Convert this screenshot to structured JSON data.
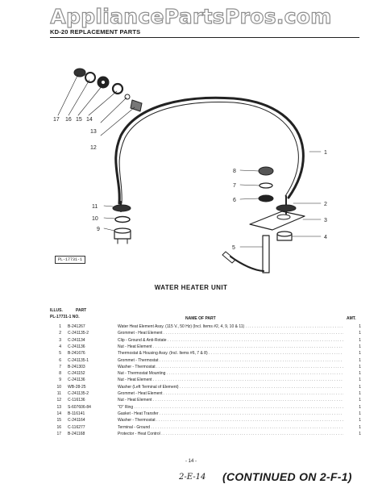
{
  "watermark": "AppliancePartsPros.com",
  "header": "KD-20 REPLACEMENT PARTS",
  "figure_label": "PL-17731-1",
  "section_title": "WATER HEATER UNIT",
  "columns": {
    "illus": "ILLUS.",
    "part": "PART",
    "plno": "PL-17731-1 NO.",
    "name": "NAME OF PART",
    "amt": "AMT."
  },
  "callouts": [
    "1",
    "2",
    "3",
    "4",
    "5",
    "6",
    "7",
    "8",
    "9",
    "10",
    "11",
    "12",
    "13",
    "14",
    "15",
    "16",
    "17"
  ],
  "parts": [
    {
      "num": "1",
      "part": "B-241267",
      "name": "Water Heat Element Assy. (115 V., 50 Hz) (Incl. Items #2, 4, 9, 10 & 11)",
      "amt": "1"
    },
    {
      "num": "2",
      "part": "C-241135-2",
      "name": "Grommet - Heat Element",
      "amt": "1"
    },
    {
      "num": "3",
      "part": "C-241134",
      "name": "Clip - Ground & Anti-Rotate",
      "amt": "1"
    },
    {
      "num": "4",
      "part": "C-241136",
      "name": "Nut - Heat Element",
      "amt": "1"
    },
    {
      "num": "5",
      "part": "B-241676",
      "name": "Thermostat & Housing Assy. (Incl. Items #6, 7 & 8)",
      "amt": "1"
    },
    {
      "num": "6",
      "part": "C-241135-1",
      "name": "Grommet - Thermostat",
      "amt": "1"
    },
    {
      "num": "7",
      "part": "B-241303",
      "name": "Washer - Thermostat",
      "amt": "1"
    },
    {
      "num": "8",
      "part": "C-241152",
      "name": "Nut - Thermostat Mounting",
      "amt": "1"
    },
    {
      "num": "9",
      "part": "C-241136",
      "name": "Nut - Heat Element",
      "amt": "1"
    },
    {
      "num": "10",
      "part": "WB-28-25",
      "name": "Washer (Left Terminal of Element)",
      "amt": "1"
    },
    {
      "num": "11",
      "part": "C-241135-2",
      "name": "Grommet - Heat Element",
      "amt": "1"
    },
    {
      "num": "12",
      "part": "C-116136",
      "name": "Nut - Heat Element",
      "amt": "1"
    },
    {
      "num": "13",
      "part": "S-607606-84",
      "name": "\"O\" Ring",
      "amt": "1"
    },
    {
      "num": "14",
      "part": "B-116141",
      "name": "Gasket - Heat Transfer",
      "amt": "1"
    },
    {
      "num": "15",
      "part": "C-241164",
      "name": "Washer - Thermostat",
      "amt": "1"
    },
    {
      "num": "16",
      "part": "C-116277",
      "name": "Terminal - Ground",
      "amt": "1"
    },
    {
      "num": "17",
      "part": "B-241168",
      "name": "Protector - Heat Control",
      "amt": "1"
    }
  ],
  "page_number": "- 14 -",
  "handwritten_code": "2-E-14",
  "continued": "(CONTINUED ON 2-F-1)"
}
